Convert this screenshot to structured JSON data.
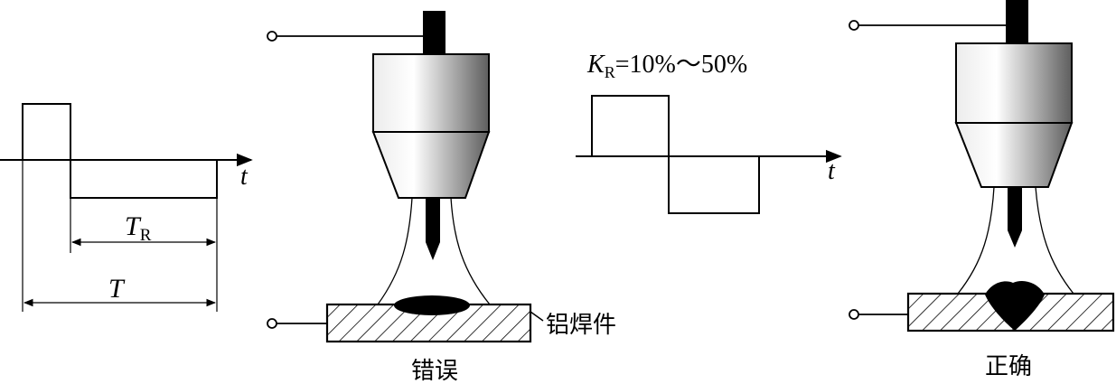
{
  "left_waveform": {
    "t_label": "t",
    "tr_main": "T",
    "tr_sub": "R",
    "t_period": "T"
  },
  "middle_waveform": {
    "k_main": "K",
    "k_sub": "R",
    "k_range": "=10%～50%",
    "t_label": "t"
  },
  "wrong_setup": {
    "workpiece_label": "铝焊件",
    "caption": "错误"
  },
  "right_setup": {
    "caption": "正确"
  },
  "colors": {
    "line": "#000000",
    "body_light": "#f4f4f4",
    "body_dark": "#6a6a6a"
  }
}
